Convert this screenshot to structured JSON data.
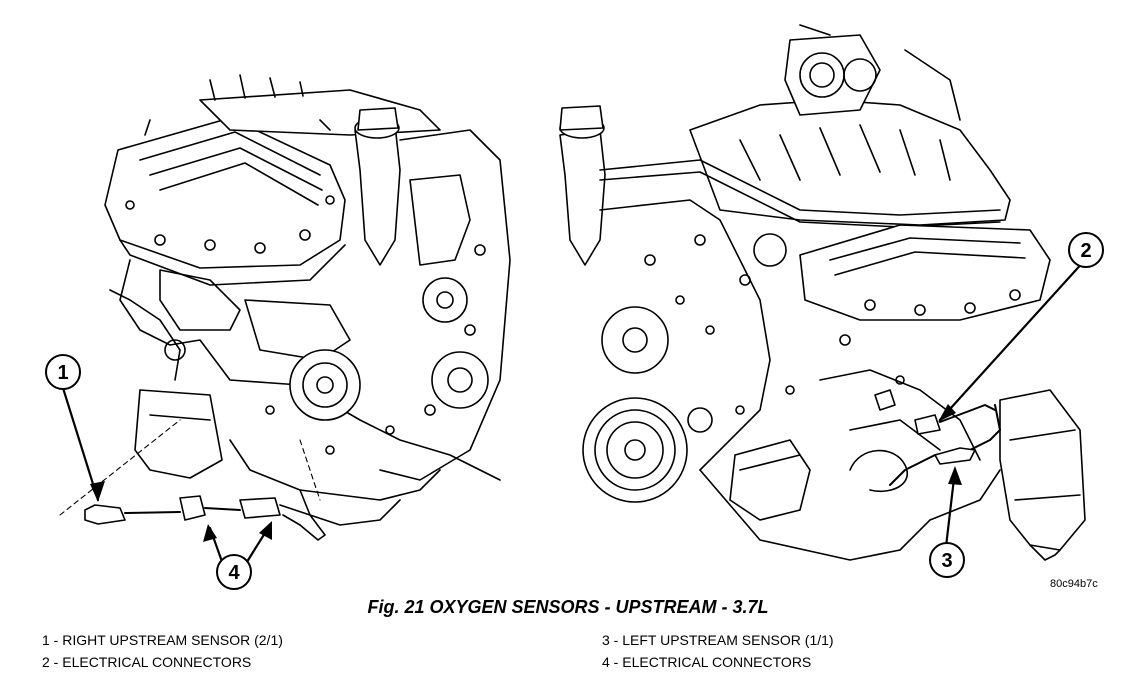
{
  "figure": {
    "caption": "Fig. 21 OXYGEN SENSORS - UPSTREAM - 3.7L",
    "reference_code": "80c94b7c"
  },
  "callouts": [
    "1",
    "2",
    "3",
    "4"
  ],
  "legend": {
    "left": [
      "1 - RIGHT UPSTREAM SENSOR (2/1)",
      "2 - ELECTRICAL CONNECTORS"
    ],
    "right": [
      "3 - LEFT UPSTREAM SENSOR (1/1)",
      "4 - ELECTRICAL CONNECTORS"
    ]
  }
}
